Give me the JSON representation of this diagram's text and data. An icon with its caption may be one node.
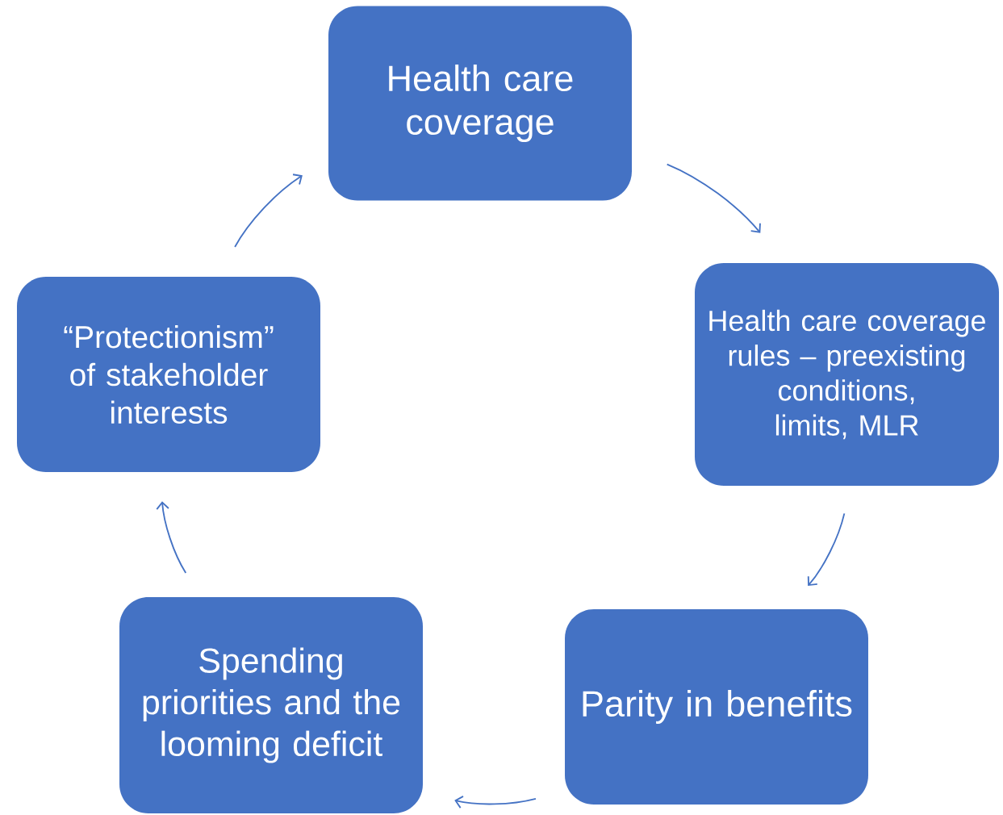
{
  "diagram": {
    "nodes": [
      {
        "text": [
          "Health care coverage"
        ]
      },
      {
        "text": [
          "Health care coverage rules – preexisting conditions, limits, MLR"
        ]
      },
      {
        "text": [
          "Parity in benefits"
        ]
      },
      {
        "text": [
          "Spending priorities and the looming deficit"
        ]
      },
      {
        "text": [
          "“Protectionism” of stakeholder interests"
        ]
      }
    ],
    "edges": [
      {
        "from": 0,
        "to": 1,
        "arrow": "to"
      },
      {
        "from": 1,
        "to": 2,
        "arrow": "to"
      },
      {
        "from": 2,
        "to": 3,
        "arrow": "to"
      },
      {
        "from": 3,
        "to": 4,
        "arrow": "to"
      },
      {
        "from": 4,
        "to": 0,
        "arrow": "to"
      }
    ]
  }
}
